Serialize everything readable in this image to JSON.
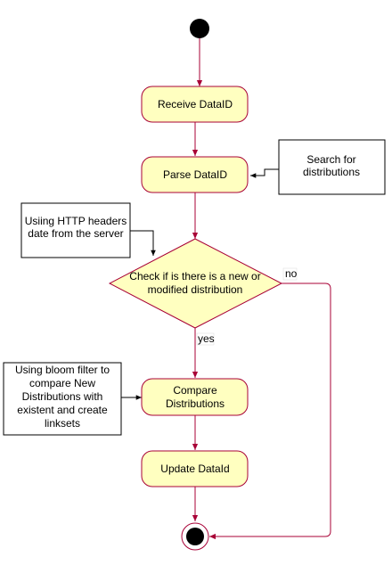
{
  "colors": {
    "node_fill": "#ffffc0",
    "node_stroke": "#a80036",
    "edge": "#a80036",
    "note_fill": "#ffffff",
    "note_stroke": "#000000",
    "start": "#000000"
  },
  "nodes": {
    "receive": "Receive DataID",
    "parse": "Parse DataID",
    "decision": [
      "Check if is there is a new or",
      "modified distribution"
    ],
    "compare": [
      "Compare",
      "Distributions"
    ],
    "update": "Update DataId"
  },
  "notes": {
    "search": [
      "Search for",
      "distributions"
    ],
    "http": [
      "Usiing HTTP headers",
      "date from the server"
    ],
    "bloom": [
      "Using bloom filter to",
      "compare New",
      "Distributions with",
      "existent and create",
      "linksets"
    ]
  },
  "edge_labels": {
    "no": "no",
    "yes": "yes"
  }
}
